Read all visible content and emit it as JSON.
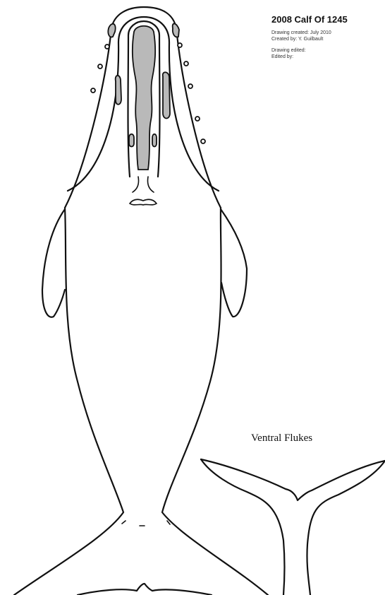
{
  "header": {
    "title": "2008 Calf Of 1245",
    "created_date": "Drawing created: July 2010",
    "created_by": "Created by: Y. Guilbault",
    "edited_date": "Drawing edited:",
    "edited_by": "Edited by:"
  },
  "flukes": {
    "label": "Ventral Flukes"
  },
  "colors": {
    "outline": "#111111",
    "pigment": "#b9b9b9",
    "background": "#ffffff"
  }
}
